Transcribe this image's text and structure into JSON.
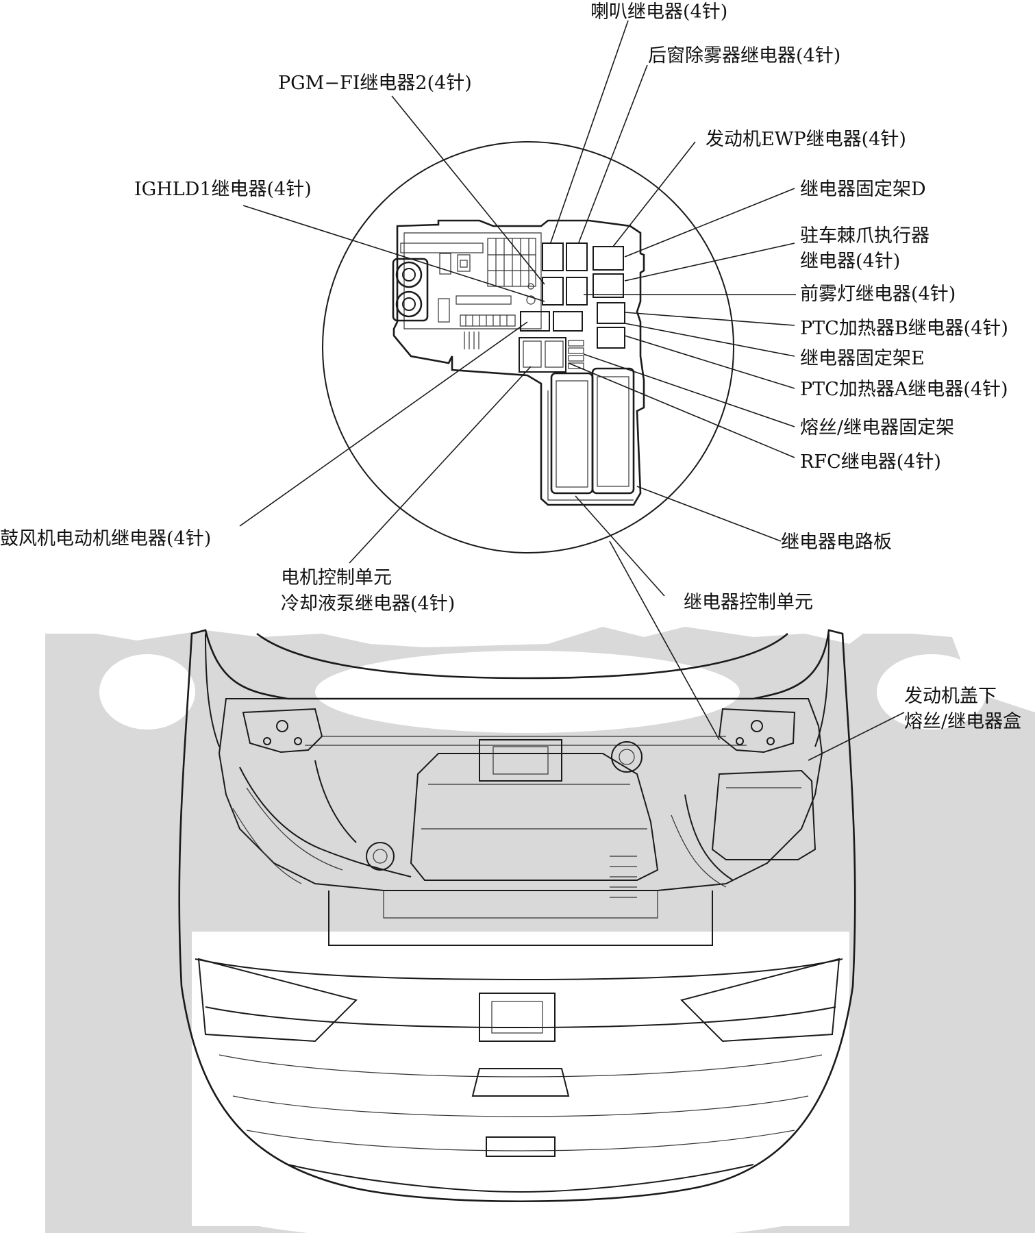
{
  "labels": {
    "horn_relay": "喇叭继电器(4针)",
    "rear_defogger_relay": "后窗除雾器继电器(4针)",
    "pgm_fi_relay2": "PGM−FI继电器2(4针)",
    "engine_ewp_relay": "发动机EWP继电器(4针)",
    "ighld1_relay": "IGHLD1继电器(4针)",
    "relay_holder_d": "继电器固定架D",
    "parking_pawl_relay_line1": "驻车棘爪执行器",
    "parking_pawl_relay_line2": "继电器(4针)",
    "front_fog_relay": "前雾灯继电器(4针)",
    "ptc_heater_b_relay": "PTC加热器B继电器(4针)",
    "relay_holder_e": "继电器固定架E",
    "ptc_heater_a_relay": "PTC加热器A继电器(4针)",
    "fuse_relay_holder": "熔丝/继电器固定架",
    "rfc_relay": "RFC继电器(4针)",
    "blower_motor_relay": "鼓风机电动机继电器(4针)",
    "relay_circuit_board": "继电器电路板",
    "motor_ctrl_line1": "电机控制单元",
    "motor_ctrl_line2": "冷却液泵继电器(4针)",
    "relay_control_unit": "继电器控制单元",
    "underhood_box_line1": "发动机盖下",
    "underhood_box_line2": "熔丝/继电器盒"
  },
  "colors": {
    "line": "#1a1a1a",
    "background_shade": "#d9d9d9",
    "paper": "#ffffff"
  }
}
